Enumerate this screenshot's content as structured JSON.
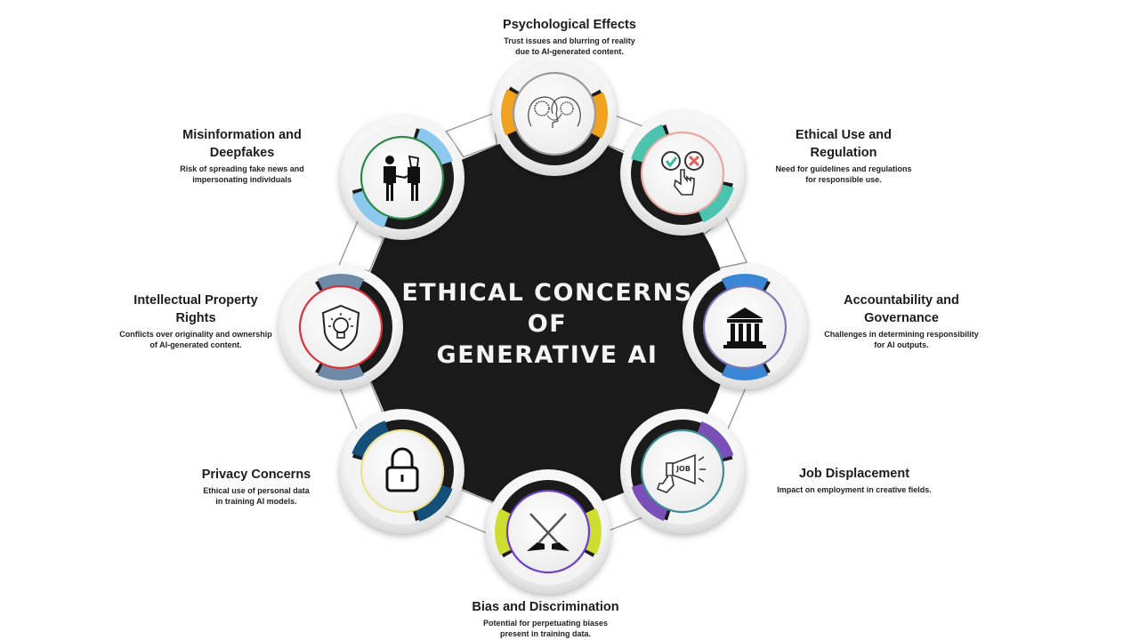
{
  "center": {
    "title_lines": [
      "ETHICAL CONCERNS",
      "OF",
      "GENERATIVE AI"
    ],
    "fill_color": "#1b1b1b"
  },
  "concerns": [
    {
      "id": "psychological-effects",
      "title_lines": [
        "Psychological Effects"
      ],
      "description_lines": [
        "Trust issues and blurring of reality",
        "due to AI-generated content."
      ],
      "icon": "two-heads-brain-icon",
      "accent_color": "#f0a21f",
      "ring_color": "#9a9a9a"
    },
    {
      "id": "ethical-use-and-regulation",
      "title_lines": [
        "Ethical Use and",
        "Regulation"
      ],
      "description_lines": [
        "Need for guidelines and regulations",
        "for responsible use."
      ],
      "icon": "check-cross-hand-icon",
      "accent_color": "#4cc3ae",
      "ring_color": "#e7a9a0"
    },
    {
      "id": "accountability-and-governance",
      "title_lines": [
        "Accountability and",
        "Governance"
      ],
      "description_lines": [
        "Challenges in determining responsibility",
        "for AI outputs."
      ],
      "icon": "government-building-icon",
      "accent_color": "#3a86d6",
      "ring_color": "#7d78b8"
    },
    {
      "id": "job-displacement",
      "title_lines": [
        "Job Displacement"
      ],
      "description_lines": [
        "Impact on employment in creative fields."
      ],
      "icon": "job-megaphone-icon",
      "accent_color": "#7a4fb8",
      "ring_color": "#3e8c95"
    },
    {
      "id": "bias-and-discrimination",
      "title_lines": [
        "Bias and Discrimination"
      ],
      "description_lines": [
        "Potential for perpetuating biases",
        "present in training data."
      ],
      "icon": "crossed-swords-icon",
      "accent_color": "#cfdd2e",
      "ring_color": "#6a3fc9"
    },
    {
      "id": "privacy-concerns",
      "title_lines": [
        "Privacy Concerns"
      ],
      "description_lines": [
        "Ethical use of personal data",
        "in training AI models."
      ],
      "icon": "padlock-icon",
      "accent_color": "#15507a",
      "ring_color": "#ece08a"
    },
    {
      "id": "intellectual-property-rights",
      "title_lines": [
        "Intellectual Property",
        "Rights"
      ],
      "description_lines": [
        "Conflicts over originality and ownership",
        "of AI-generated content."
      ],
      "icon": "shield-lightbulb-icon",
      "accent_color": "#6f8aa6",
      "ring_color": "#d9323a"
    },
    {
      "id": "misinformation-and-deepfakes",
      "title_lines": [
        "Misinformation and",
        "Deepfakes"
      ],
      "description_lines": [
        "Risk of spreading fake news and",
        "impersonating individuals"
      ],
      "icon": "masked-person-handshake-icon",
      "accent_color": "#8cc8ee",
      "ring_color": "#2b8a4a"
    }
  ]
}
